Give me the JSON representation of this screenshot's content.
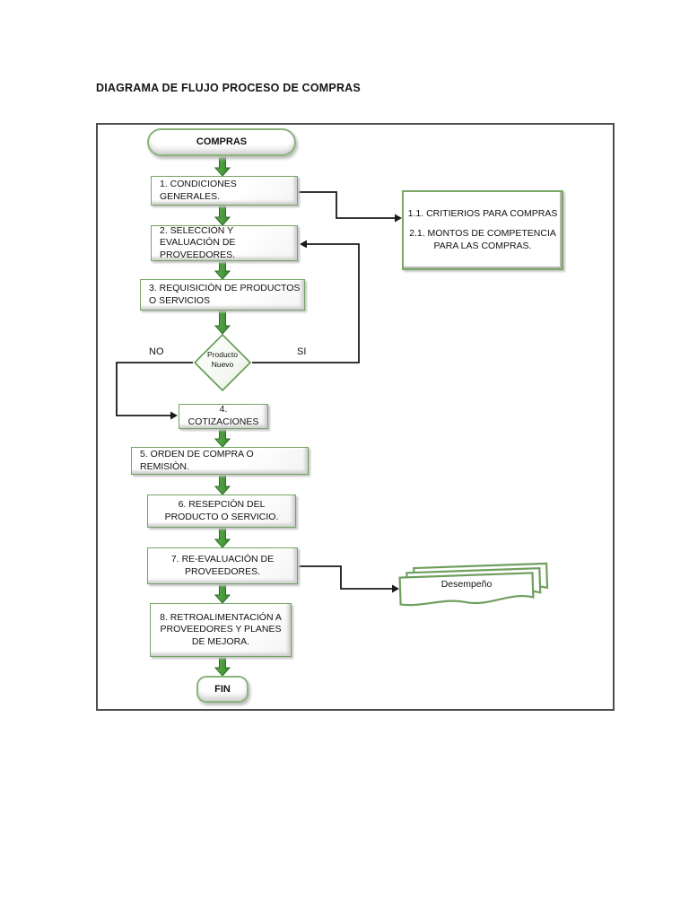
{
  "page": {
    "title": "DIAGRAMA DE FLUJO PROCESO DE COMPRAS"
  },
  "colors": {
    "arrow_green_fill": "#4d9b3f",
    "arrow_green_edge": "#2a6b24",
    "box_border_green": "#75a465",
    "connector_black": "#1a1a1a",
    "frame_border_gray": "#4d4d4d",
    "shape_fill_white": "#ffffff"
  },
  "flowchart": {
    "start": {
      "label": "COMPRAS"
    },
    "steps": [
      {
        "label": "1. CONDICIONES GENERALES."
      },
      {
        "label": "2. SELECCIÓN Y EVALUACIÓN DE PROVEEDORES."
      },
      {
        "label": "3. REQUISICIÒN DE PRODUCTOS O SERVICIOS"
      },
      {
        "label": "4. COTIZACIONES"
      },
      {
        "label": "5. ORDEN DE COMPRA O REMISIÒN."
      },
      {
        "label": "6. RESEPCIÒN DEL PRODUCTO O SERVICIO."
      },
      {
        "label": "7. RE-EVALUACIÓN DE PROVEEDORES."
      },
      {
        "label": "8. RETROALIMENTACIÓN A PROVEEDORES Y PLANES DE MEJORA."
      }
    ],
    "decision": {
      "label": "Producto Nuevo",
      "no_label": "NO",
      "si_label": "SI"
    },
    "reference_box": {
      "line1": "1.1. CRITIERIOS PARA COMPRAS",
      "line2": "2.1. MONTOS DE COMPETENCIA PARA LAS COMPRAS."
    },
    "document": {
      "label": "Desempeño"
    },
    "end": {
      "label": "FIN"
    }
  }
}
